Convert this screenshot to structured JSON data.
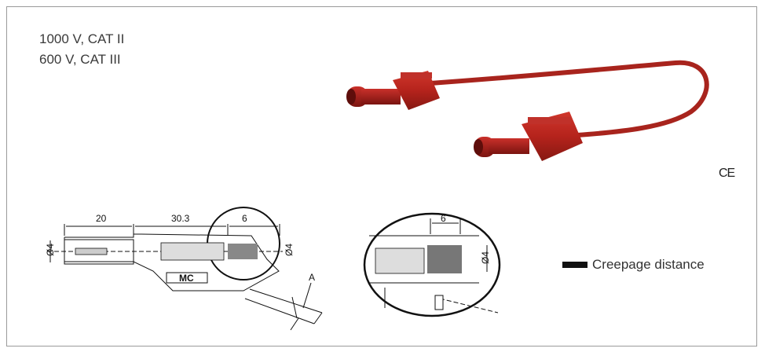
{
  "specs": {
    "line1": "1000 V, CAT II",
    "line2": "600 V, CAT III"
  },
  "ce_mark": "CE",
  "legend": {
    "label": "Creepage distance",
    "swatch_color": "#111111"
  },
  "drawing": {
    "dim_20": "20",
    "dim_30_3": "30.3",
    "dim_6": "6",
    "dia_left": "Ø4",
    "dia_right": "Ø4",
    "label_A": "A",
    "label_MC": "MC"
  },
  "detail": {
    "dim_6": "6",
    "dia": "Ø4"
  },
  "colors": {
    "cable_red": "#b5231c",
    "cable_dark": "#7a1410",
    "frame_border": "#9a9a9a"
  }
}
